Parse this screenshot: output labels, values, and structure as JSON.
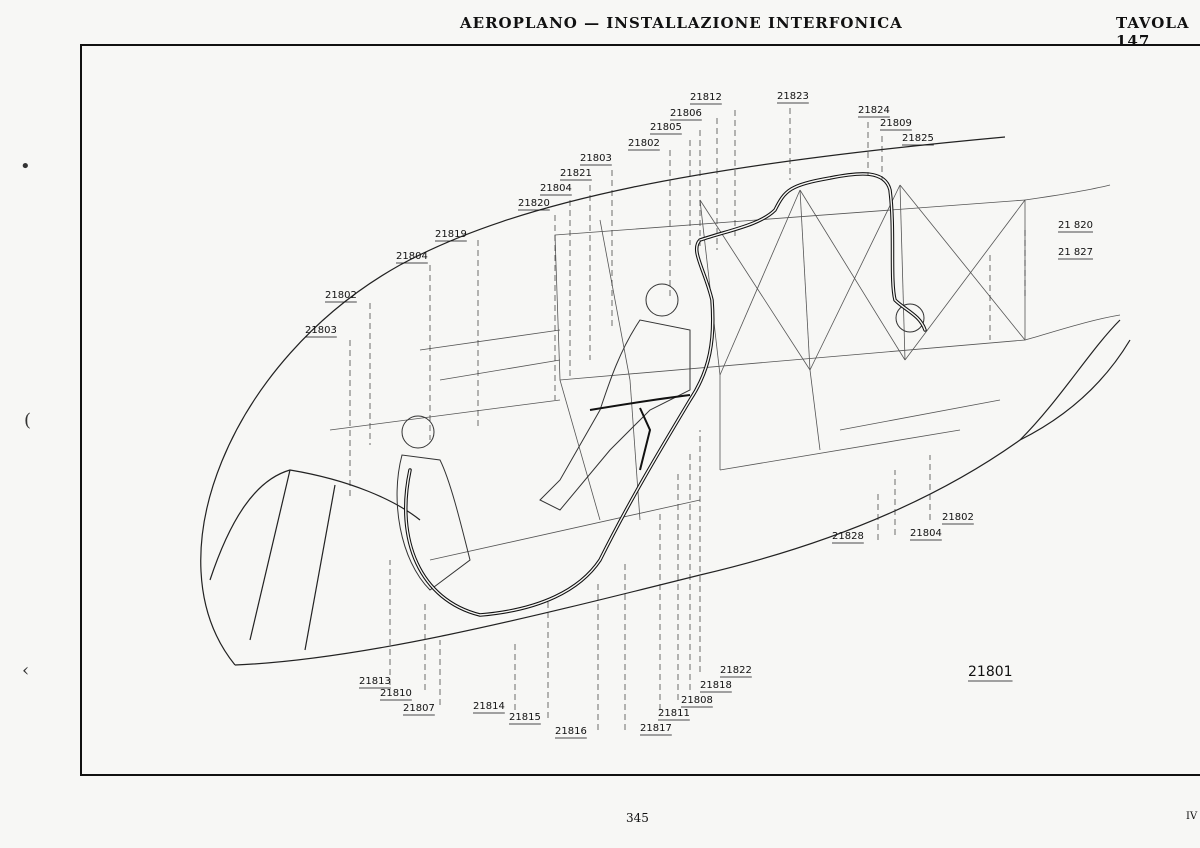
{
  "header": {
    "title": "AEROPLANO — INSTALLAZIONE INTERFONICA",
    "plate": "TAVOLA 147"
  },
  "footer": {
    "page_number": "345",
    "volume": "IV"
  },
  "assembly_label": "21801",
  "callouts": [
    "21812",
    "21823",
    "21806",
    "21824",
    "21805",
    "21809",
    "21825",
    "21802",
    "21803",
    "21821",
    "21804",
    "21820",
    "21819",
    "21804",
    "21802",
    "21803",
    "21 820",
    "21 827",
    "21802",
    "21828",
    "21804",
    "21813",
    "21810",
    "21807",
    "21814",
    "21815",
    "21816",
    "21817",
    "21811",
    "21808",
    "21818",
    "21822"
  ]
}
